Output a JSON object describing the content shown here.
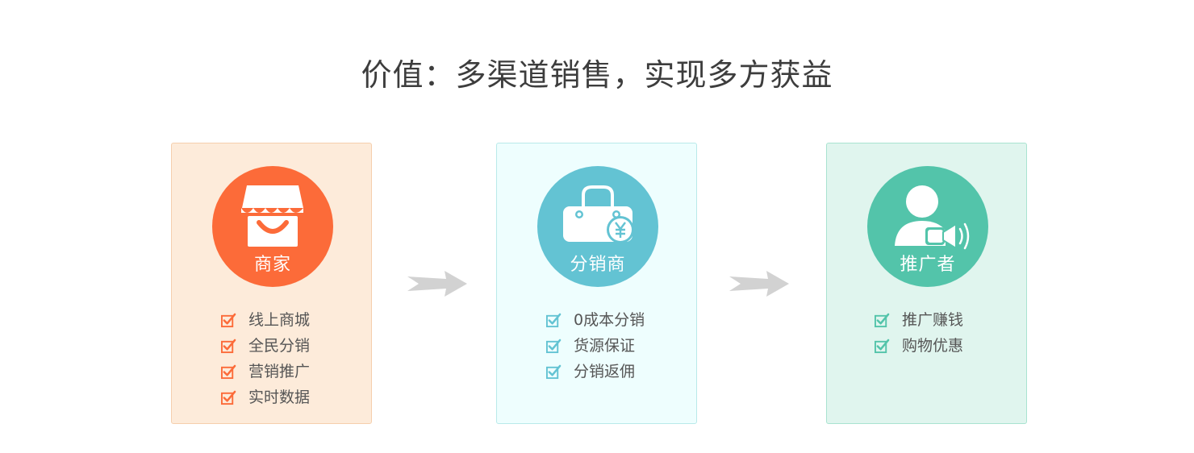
{
  "title": "价值：多渠道销售，实现多方获益",
  "colors": {
    "merchant_accent": "#fc6b39",
    "distributor_accent": "#63c3d3",
    "promoter_accent": "#53c4aa",
    "arrow": "#d2d2d2"
  },
  "cards": [
    {
      "label": "商家",
      "icon": "storefront-icon",
      "features": [
        "线上商城",
        "全民分销",
        "营销推广",
        "实时数据"
      ]
    },
    {
      "label": "分销商",
      "icon": "shopping-bag-yuan-icon",
      "features": [
        "0成本分销",
        "货源保证",
        "分销返佣"
      ]
    },
    {
      "label": "推广者",
      "icon": "person-megaphone-icon",
      "features": [
        "推广赚钱",
        "购物优惠"
      ]
    }
  ]
}
